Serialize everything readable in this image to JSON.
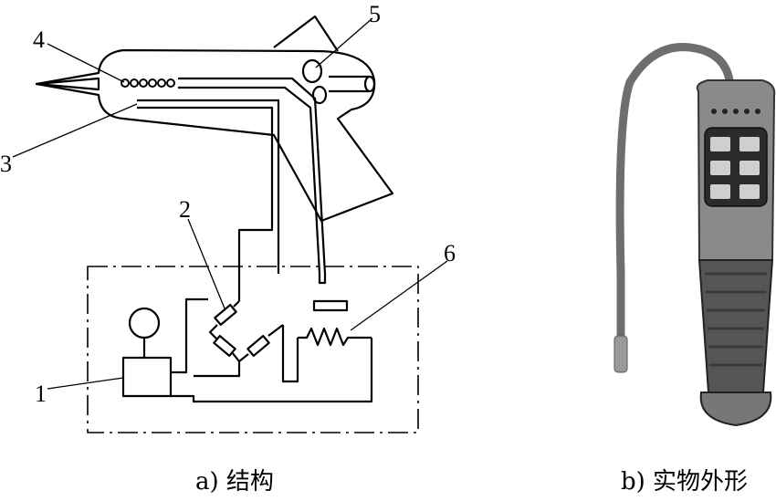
{
  "diagram": {
    "parts": [
      {
        "id": "1",
        "label": "1"
      },
      {
        "id": "2",
        "label": "2"
      },
      {
        "id": "3",
        "label": "3"
      },
      {
        "id": "4",
        "label": "4"
      },
      {
        "id": "5",
        "label": "5"
      },
      {
        "id": "6",
        "label": "6"
      }
    ],
    "captions": {
      "a": "a) 结构",
      "b": "b) 实物外形"
    },
    "device_panel_icons": [
      "button-icon",
      "button-icon",
      "button-icon",
      "button-icon",
      "button-icon",
      "button-icon"
    ],
    "colors": {
      "line": "#000000",
      "device_body": "#8a8a8a",
      "device_grip": "#555555",
      "device_panel": "#2b2b2b"
    }
  }
}
